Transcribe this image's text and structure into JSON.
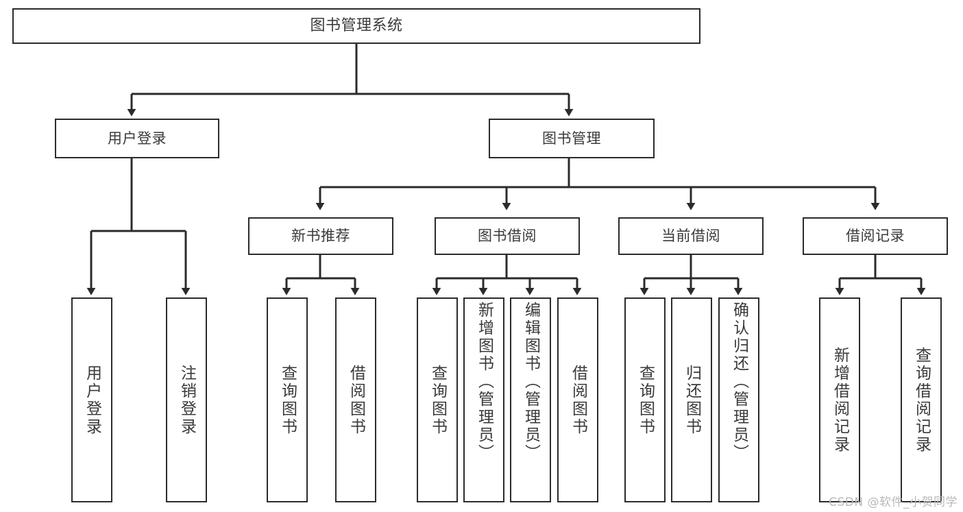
{
  "diagram": {
    "title": "图书管理系统",
    "type": "tree",
    "colors": {
      "border": "#2b2b2b",
      "text": "#3a3a3a",
      "background": "#ffffff",
      "edge": "#2b2b2b",
      "watermark": "#b9b9b9"
    },
    "root": {
      "id": "root",
      "label": "图书管理系统"
    },
    "level1": [
      {
        "id": "user-login",
        "label": "用户登录"
      },
      {
        "id": "book-management",
        "label": "图书管理"
      }
    ],
    "level2": [
      {
        "id": "new-book-recommend",
        "label": "新书推荐",
        "parent": "book-management"
      },
      {
        "id": "book-borrow",
        "label": "图书借阅",
        "parent": "book-management"
      },
      {
        "id": "current-borrow",
        "label": "当前借阅",
        "parent": "book-management"
      },
      {
        "id": "borrow-record",
        "label": "借阅记录",
        "parent": "book-management"
      }
    ],
    "leaves": [
      {
        "id": "leaf-user-login",
        "label": "用户登录",
        "parent": "user-login"
      },
      {
        "id": "leaf-user-logout",
        "label": "注销登录",
        "parent": "user-login"
      },
      {
        "id": "leaf-query-book-1",
        "label": "查询图书",
        "parent": "new-book-recommend"
      },
      {
        "id": "leaf-borrow-book-1",
        "label": "借阅图书",
        "parent": "new-book-recommend"
      },
      {
        "id": "leaf-query-book-2",
        "label": "查询图书",
        "parent": "book-borrow"
      },
      {
        "id": "leaf-add-book",
        "label": "新增图书（管理员）",
        "parent": "book-borrow"
      },
      {
        "id": "leaf-edit-book",
        "label": "编辑图书（管理员）",
        "parent": "book-borrow"
      },
      {
        "id": "leaf-borrow-book-2",
        "label": "借阅图书",
        "parent": "book-borrow"
      },
      {
        "id": "leaf-query-book-3",
        "label": "查询图书",
        "parent": "current-borrow"
      },
      {
        "id": "leaf-return-book",
        "label": "归还图书",
        "parent": "current-borrow"
      },
      {
        "id": "leaf-confirm-return",
        "label": "确认归还（管理员）",
        "parent": "current-borrow"
      },
      {
        "id": "leaf-add-record",
        "label": "新增借阅记录",
        "parent": "borrow-record"
      },
      {
        "id": "leaf-query-record",
        "label": "查询借阅记录",
        "parent": "borrow-record"
      }
    ],
    "watermark": "CSDN @软件_小贺同学"
  }
}
